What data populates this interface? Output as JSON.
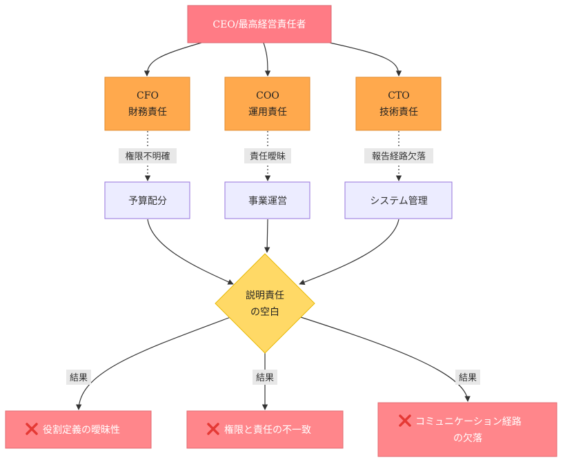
{
  "colors": {
    "ceo_fill": "#ff7b85",
    "ceo_stroke": "#d96a73",
    "exec_fill": "#ffa94d",
    "exec_stroke": "#e08a2c",
    "task_fill": "#ececff",
    "task_stroke": "#9370db",
    "decision_fill": "#ffd966",
    "decision_stroke": "#e6b800",
    "result_fill": "#ff868b",
    "result_stroke": "#e06b70",
    "edge": "#333333",
    "cross": "#e53935"
  },
  "nodes": {
    "ceo": "CEO/最高経営責任者",
    "cfo": {
      "line1": "CFO",
      "line2": "財務責任"
    },
    "coo": {
      "line1": "COO",
      "line2": "運用責任"
    },
    "cto": {
      "line1": "CTO",
      "line2": "技術責任"
    },
    "budget": "予算配分",
    "operations": "事業運営",
    "system": "システム管理",
    "gap": {
      "line1": "説明責任",
      "line2": "の空白"
    },
    "result1": "役割定義の曖昧性",
    "result2": "権限と責任の不一致",
    "result3": {
      "line1": "コミュニケーション経路",
      "line2": "の欠落"
    }
  },
  "edge_labels": {
    "cfo_budget": "権限不明確",
    "coo_operations": "責任曖昧",
    "cto_system": "報告経路欠落",
    "gap_r1": "結果",
    "gap_r2": "結果",
    "gap_r3": "結果"
  },
  "icons": {
    "result_marker": "cross-mark-icon"
  }
}
